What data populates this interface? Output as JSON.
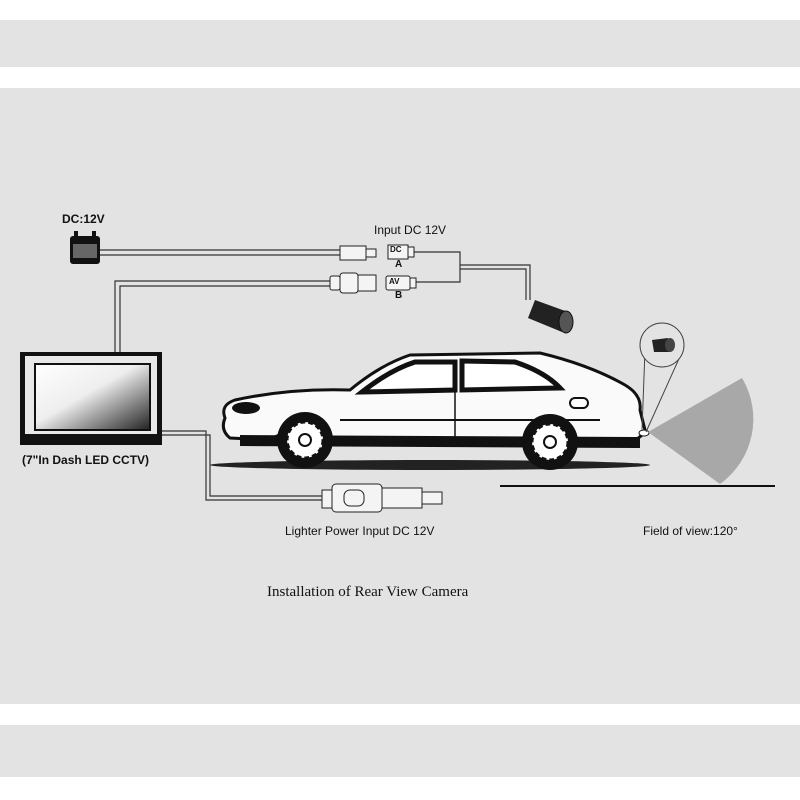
{
  "labels": {
    "battery": "DC:12V",
    "input_dc": "Input DC 12V",
    "connector_dc": "DC",
    "connector_a": "A",
    "connector_av": "AV",
    "connector_b": "B",
    "monitor": "(7\"In Dash LED CCTV)",
    "lighter": "Lighter Power Input DC 12V",
    "field_of_view": "Field of view:120°"
  },
  "caption": "Installation of Rear View Camera",
  "colors": {
    "background": "#e3e3e3",
    "ink": "#111111",
    "view_cone": "#a8a8a8"
  }
}
